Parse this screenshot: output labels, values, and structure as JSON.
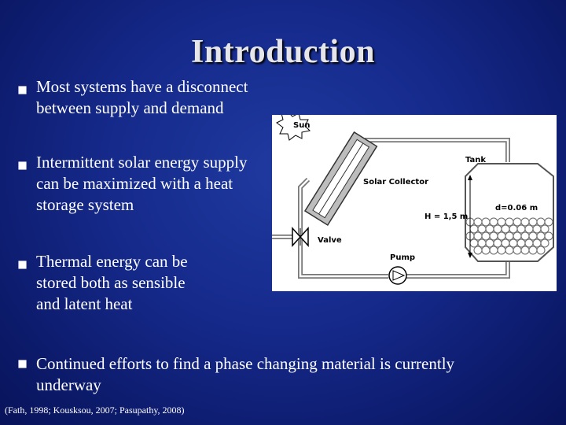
{
  "slide": {
    "title": "Introduction",
    "bullets": [
      {
        "lines": [
          "Most systems have a disconnect",
          "between supply and demand"
        ]
      },
      {
        "lines": [
          "Intermittent solar energy supply",
          "can be maximized with a heat",
          "storage system"
        ]
      },
      {
        "lines": [
          "Thermal energy can be",
          "stored both as sensible",
          "and latent heat"
        ]
      },
      {
        "lines": [
          "Continued efforts to find a phase changing material is currently",
          "underway"
        ]
      }
    ],
    "citation": "(Fath, 1998; Kousksou, 2007; Pasupathy, 2008)"
  },
  "diagram": {
    "labels": {
      "sun": "Sun",
      "tank": "Tank",
      "solar_collector": "Solar Collector",
      "dimension_d": "d=0.06 m",
      "dimension_h": "H = 1,5 m",
      "valve": "Valve",
      "pump": "Pump"
    },
    "icons": [
      "sun-icon",
      "solar-collector-icon",
      "tank-icon",
      "valve-icon",
      "pump-icon"
    ]
  },
  "colors": {
    "background": "#15298a",
    "text": "#ffffff",
    "title": "#e6e6ea"
  }
}
